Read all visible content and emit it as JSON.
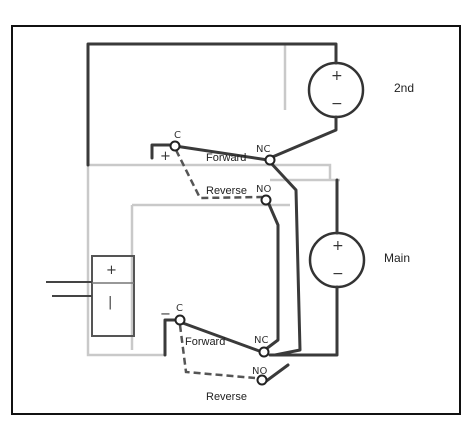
{
  "motors": {
    "second": {
      "label": "2nd",
      "plus": "+",
      "minus": "−"
    },
    "main": {
      "label": "Main",
      "plus": "+",
      "minus": "−"
    }
  },
  "switch_top": {
    "common": "C",
    "nc": "NC",
    "no": "NO",
    "forward_label": "Forward",
    "reverse_label": "Reverse",
    "common_polarity": "+"
  },
  "switch_bottom": {
    "common": "C",
    "nc": "NC",
    "no": "NO",
    "forward_label": "Forward",
    "reverse_label": "Reverse",
    "common_polarity": "−"
  },
  "battery": {
    "plus": "+",
    "minus": "|"
  }
}
